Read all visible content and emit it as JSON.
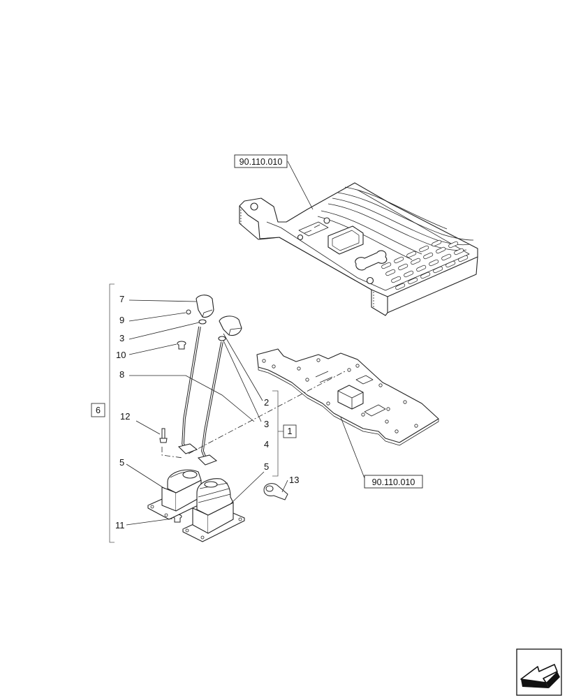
{
  "diagram": {
    "ref_boxes": {
      "top": "90.110.010",
      "bottom": "90.110.010",
      "group_6": "6",
      "group_1": "1"
    },
    "callouts": {
      "c7": "7",
      "c9": "9",
      "c3a": "3",
      "c10": "10",
      "c8": "8",
      "c12": "12",
      "c5a": "5",
      "c11": "11",
      "c2": "2",
      "c3b": "3",
      "c4": "4",
      "c5b": "5",
      "c13": "13"
    }
  },
  "nav": {
    "icon": "next-page-arrow-icon"
  }
}
